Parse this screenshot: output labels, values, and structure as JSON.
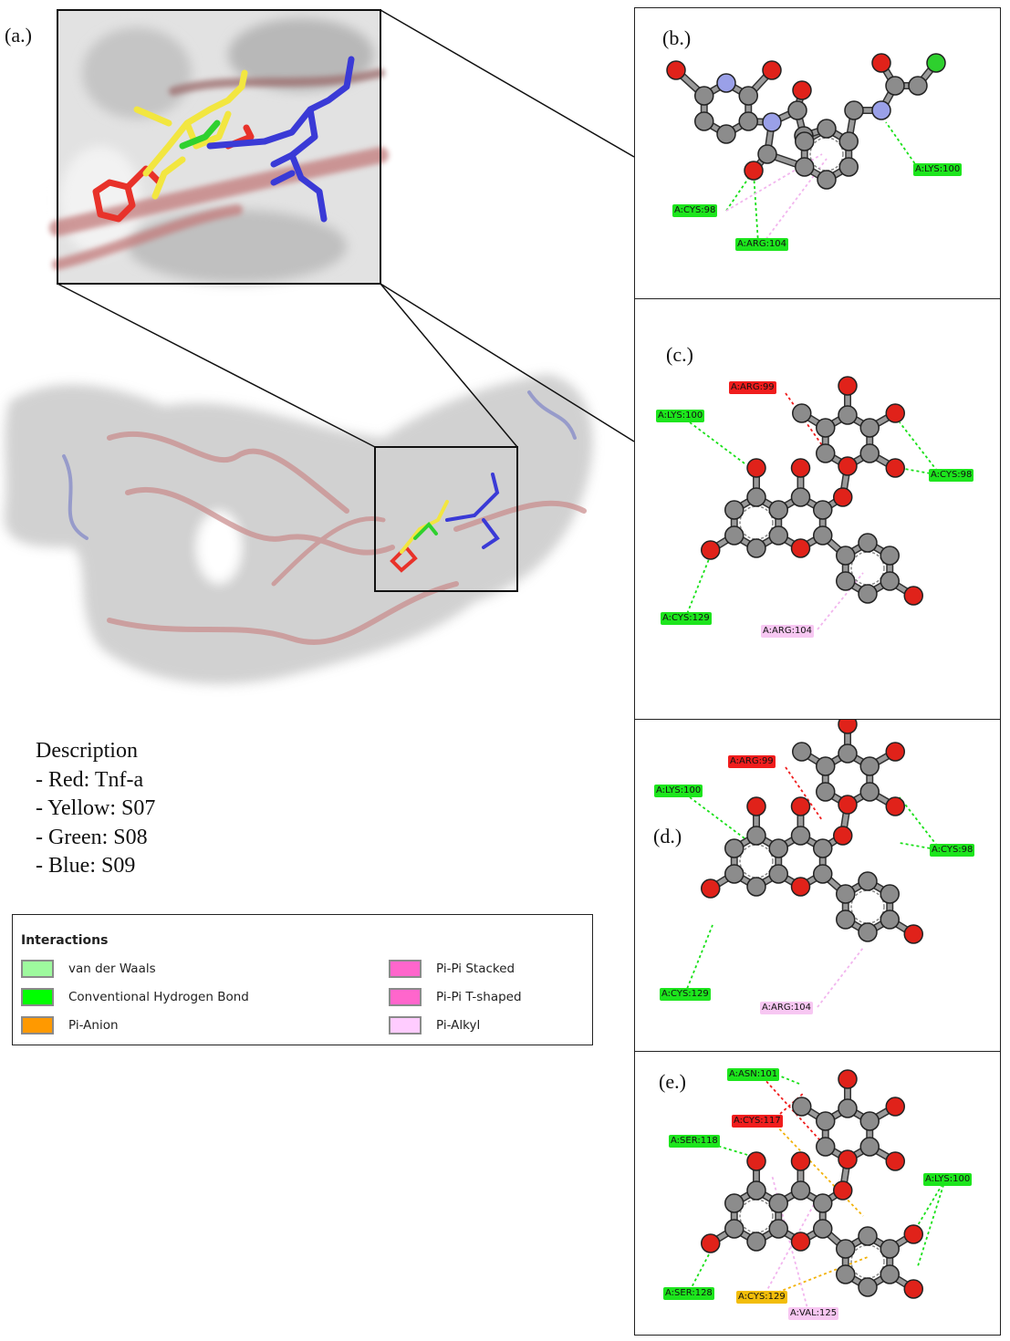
{
  "panels": {
    "a": "(a.)",
    "b": "(b.)",
    "c": "(c.)",
    "d": "(d.)",
    "e": "(e.)"
  },
  "description": {
    "title": "Description",
    "lines": [
      "- Red: Tnf-a",
      "- Yellow: S07",
      "- Green: S08",
      "- Blue: S09"
    ]
  },
  "legend": {
    "title": "Interactions",
    "items": [
      {
        "label": "van der Waals",
        "color": "#9efa9e"
      },
      {
        "label": "Conventional Hydrogen Bond",
        "color": "#00ff00"
      },
      {
        "label": "Pi-Anion",
        "color": "#ff9900"
      },
      {
        "label": "Pi-Pi Stacked",
        "color": "#ff66cc"
      },
      {
        "label": "Pi-Pi T-shaped",
        "color": "#ff66cc"
      },
      {
        "label": "Pi-Alkyl",
        "color": "#ffccff"
      }
    ]
  },
  "residues": {
    "b": [
      "A:LYS:100",
      "A:CYS:98",
      "A:ARG:104"
    ],
    "c": [
      "A:ARG:99",
      "A:LYS:100",
      "A:CYS:98",
      "A:CYS:129",
      "A:ARG:104"
    ],
    "d": [
      "A:ARG:99",
      "A:LYS:100",
      "A:CYS:98",
      "A:CYS:129",
      "A:ARG:104"
    ],
    "e": [
      "A:ASN:101",
      "A:CYS:117",
      "A:SER:118",
      "A:LYS:100",
      "A:SER:128",
      "A:CYS:129",
      "A:VAL:125"
    ]
  },
  "ligand_colors": {
    "tnf_a": "#e8322a",
    "s07": "#f2e640",
    "s08": "#2fd12f",
    "s09": "#3a3ad6"
  }
}
